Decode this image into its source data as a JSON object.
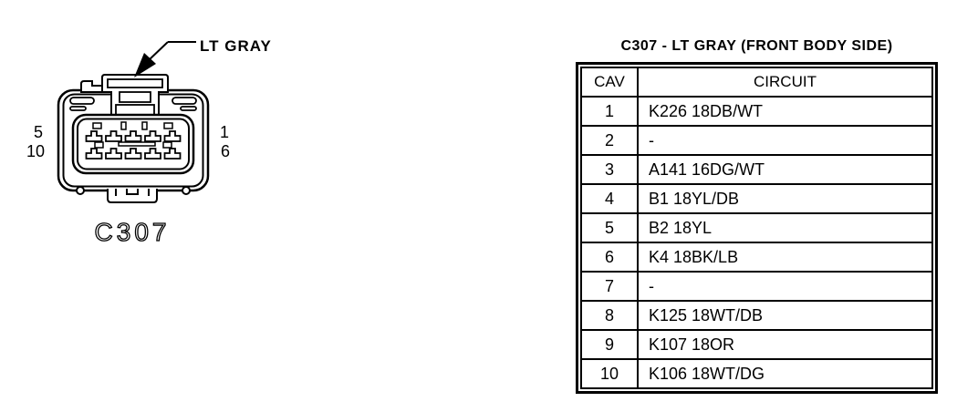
{
  "diagram": {
    "connector_label": "C307",
    "color_callout": "LT GRAY",
    "pins": [
      {
        "label": "5",
        "position": "left-top"
      },
      {
        "label": "10",
        "position": "left-bottom"
      },
      {
        "label": "1",
        "position": "right-top"
      },
      {
        "label": "6",
        "position": "right-bottom"
      }
    ]
  },
  "table": {
    "title": "C307 - LT GRAY (FRONT BODY SIDE)",
    "columns": [
      "CAV",
      "CIRCUIT"
    ],
    "rows": [
      {
        "cav": "1",
        "circuit": "K226 18DB/WT"
      },
      {
        "cav": "2",
        "circuit": "-"
      },
      {
        "cav": "3",
        "circuit": "A141 16DG/WT"
      },
      {
        "cav": "4",
        "circuit": "B1 18YL/DB"
      },
      {
        "cav": "5",
        "circuit": "B2 18YL"
      },
      {
        "cav": "6",
        "circuit": "K4 18BK/LB"
      },
      {
        "cav": "7",
        "circuit": "-"
      },
      {
        "cav": "8",
        "circuit": "K125 18WT/DB"
      },
      {
        "cav": "9",
        "circuit": "K107 18OR"
      },
      {
        "cav": "10",
        "circuit": "K106 18WT/DG"
      }
    ]
  },
  "colors": {
    "ink": "#000000",
    "paper": "#ffffff"
  }
}
